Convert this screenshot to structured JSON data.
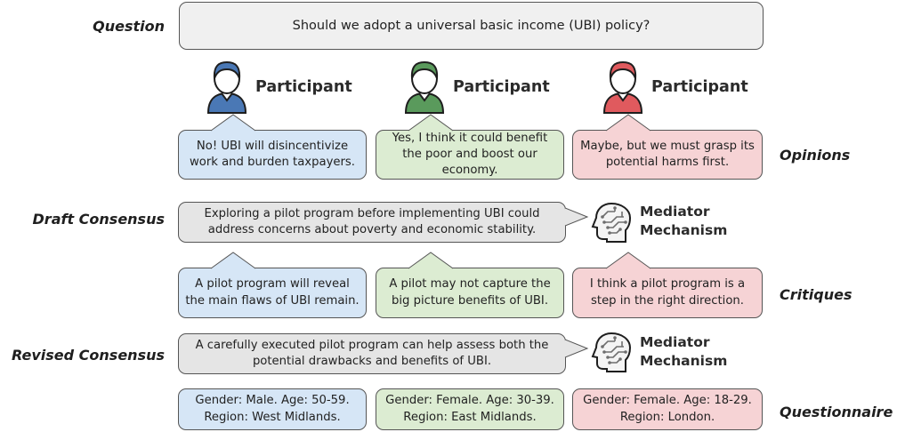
{
  "labels": {
    "question": "Question",
    "opinions": "Opinions",
    "draft": "Draft Consensus",
    "critiques": "Critiques",
    "revised": "Revised Consensus",
    "questionnaire": "Questionnaire"
  },
  "question": "Should we adopt a universal basic income (UBI) policy?",
  "participants": [
    {
      "label": "Participant",
      "color": "#4a78b5"
    },
    {
      "label": "Participant",
      "color": "#5a9a5c"
    },
    {
      "label": "Participant",
      "color": "#e05a5e"
    }
  ],
  "opinions": [
    "No! UBI will disincentivize work and burden taxpayers.",
    "Yes, I think it could benefit the poor and boost our economy.",
    "Maybe, but we must grasp its potential harms first."
  ],
  "draft_consensus": "Exploring a pilot program before implementing UBI could address concerns about poverty and economic stability.",
  "mediator": {
    "line1": "Mediator",
    "line2": "Mechanism"
  },
  "critiques": [
    "A pilot program will reveal the main flaws of UBI remain.",
    "A pilot may not capture the big picture benefits of UBI.",
    "I think a pilot program is a step in the right direction."
  ],
  "revised_consensus": "A carefully executed pilot program can help assess both the potential drawbacks and benefits of UBI.",
  "questionnaire": [
    {
      "line1": "Gender: Male. Age: 50-59.",
      "line2": "Region: West Midlands."
    },
    {
      "line1": "Gender: Female. Age: 30-39.",
      "line2": "Region: East Midlands."
    },
    {
      "line1": "Gender: Female. Age: 18-29.",
      "line2": "Region: London."
    }
  ],
  "colors": {
    "blue_fill": "#d6e6f6",
    "green_fill": "#dcecd2",
    "red_fill": "#f6d3d5",
    "gray_fill": "#e5e5e5",
    "border": "#555555"
  }
}
